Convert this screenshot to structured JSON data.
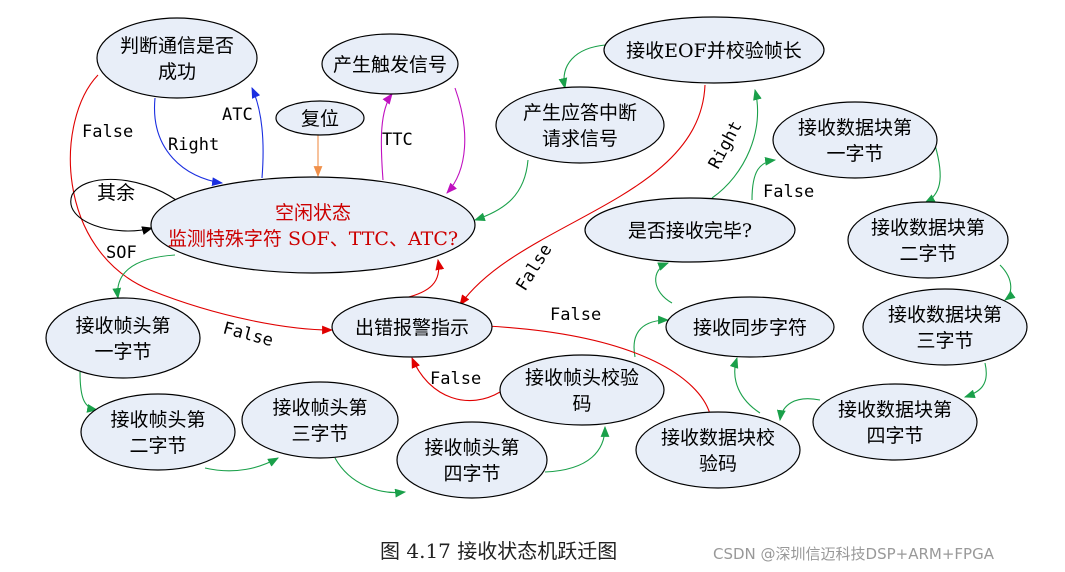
{
  "colors": {
    "green": "#1aa04a",
    "red": "#e00000",
    "blue": "#1a2ee0",
    "magenta": "#c010c0",
    "orange": "#f0904a",
    "idle_text": "#cc0000"
  },
  "nodes": {
    "judge": [
      "判断通信是否",
      "成功"
    ],
    "trigger": "产生触发信号",
    "reset": "复位",
    "eof": "接收EOF并校验帧长",
    "irq": [
      "产生应答中断",
      "请求信号"
    ],
    "others": "其余",
    "idle": [
      "空闲状态",
      "监测特殊字符 SOF、TTC、ATC?"
    ],
    "data1": [
      "接收数据块第",
      "一字节"
    ],
    "done": "是否接收完毕?",
    "data2": [
      "接收数据块第",
      "二字节"
    ],
    "error": "出错报警指示",
    "sync": "接收同步字符",
    "head1": [
      "接收帧头第",
      "一字节"
    ],
    "data3": [
      "接收数据块第",
      "三字节"
    ],
    "headcheck": [
      "接收帧头校验",
      "码"
    ],
    "head2": [
      "接收帧头第",
      "二字节"
    ],
    "head3": [
      "接收帧头第",
      "三字节"
    ],
    "data4": [
      "接收数据块第",
      "四字节"
    ],
    "datacheck": [
      "接收数据块校",
      "验码"
    ],
    "head4": [
      "接收帧头第",
      "四字节"
    ]
  },
  "labels": {
    "false1": "False",
    "right1": "Right",
    "atc": "ATC",
    "ttc": "TTC",
    "right2": "Right",
    "false2": "False",
    "false3": "False",
    "false4": "False",
    "false5": "False",
    "false6": "False",
    "sof": "SOF"
  },
  "caption": "图 4.17 接收状态机跃迁图",
  "watermark": "CSDN @深圳信迈科技DSP+ARM+FPGA"
}
